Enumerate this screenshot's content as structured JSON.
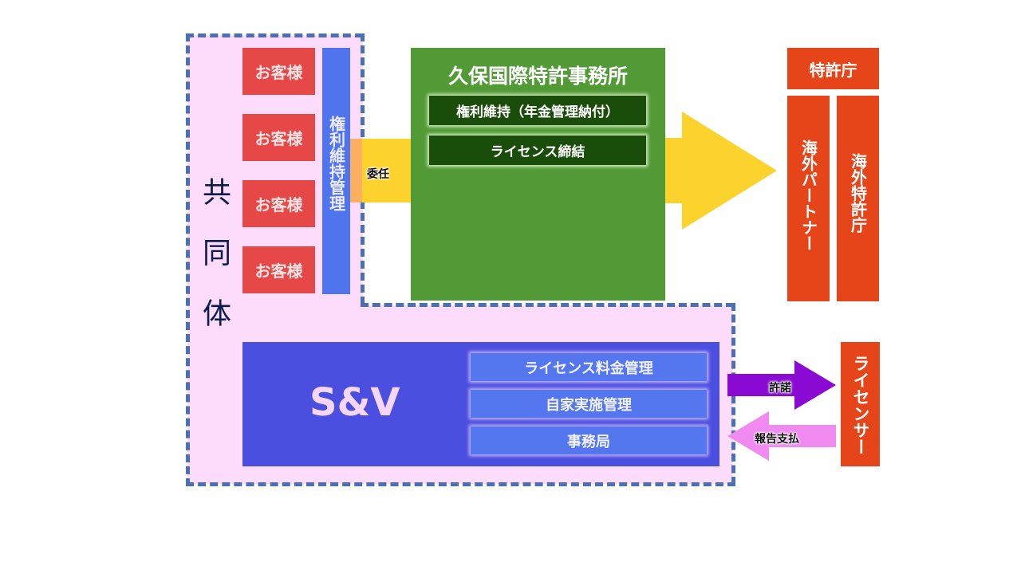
{
  "colors": {
    "consortium_fill": "#fcdcfa",
    "consortium_border": "#4a6fb5",
    "customer": "#e64747",
    "rights_bar": "#5074ee",
    "office": "#529a35",
    "office_item": "#1b4d0a",
    "patent_office": "#e64419",
    "sv": "#4b4fe0",
    "sv_item": "#5476ee",
    "big_arrow": "#fcd22c",
    "delegation_arrow": "#fcd22c",
    "license_grant_arrow": "#8a0ad4",
    "report_arrow": "#f08af0"
  },
  "consortium": {
    "label": "共同体",
    "customers": [
      "お客様",
      "お客様",
      "お客様",
      "お客様"
    ],
    "rights_management_label": "権利維持管理"
  },
  "delegation_arrow": {
    "label": "委任"
  },
  "office": {
    "title": "久保国際特許事務所",
    "items": [
      "権利維持（年金管理納付）",
      "ライセンス締結"
    ]
  },
  "patent_offices": {
    "domestic": "特許庁",
    "overseas_partner": "海外パートナー",
    "overseas_office": "海外特許庁"
  },
  "sv": {
    "title": "S&V",
    "items": [
      "ライセンス料金管理",
      "自家実施管理",
      "事務局"
    ]
  },
  "license_flow": {
    "grant_label": "許諾",
    "report_label": "報告支払",
    "licensor": "ライセンサー"
  }
}
